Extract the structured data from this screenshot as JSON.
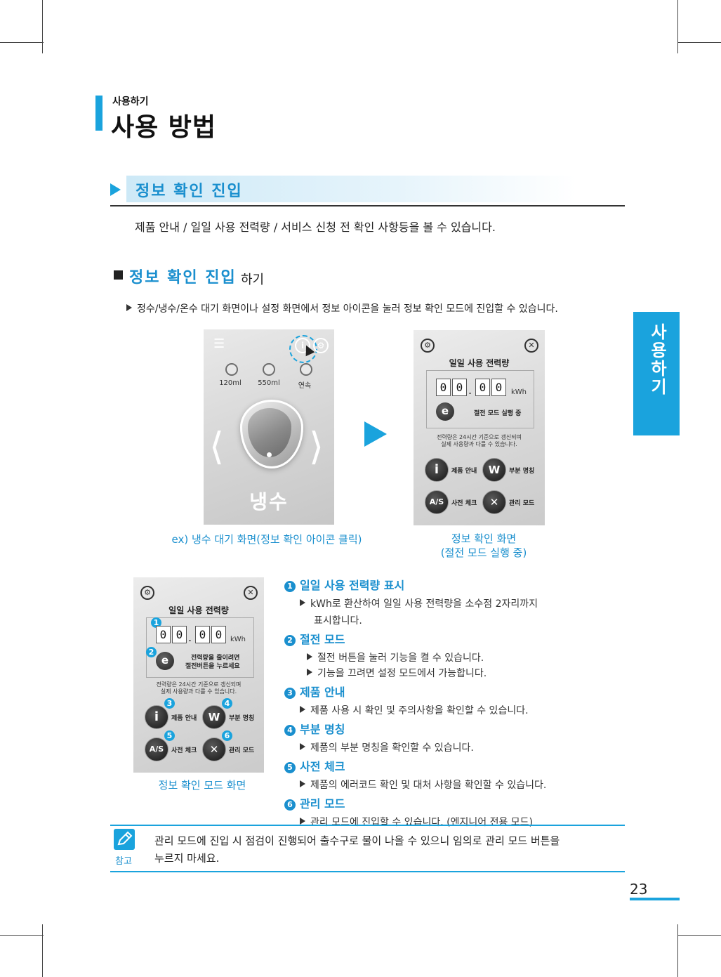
{
  "header": {
    "small": "사용하기",
    "title": "사용 방법"
  },
  "section": {
    "title": "정보 확인 진입",
    "desc": "제품 안내  / 일일 사용 전력량 / 서비스 신청 전 확인 사항등을 볼 수 있습니다."
  },
  "subsection": {
    "title": "정보 확인 진입",
    "suffix": "하기",
    "bullet": "정수/냉수/온수 대기 화면이나 설정 화면에서 정보 아이콘을 눌러 정보 확인 모드에 진입할 수 있습니다."
  },
  "side_tab": "사용하기",
  "screen1": {
    "volumes": [
      "120ml",
      "550ml",
      "연속"
    ],
    "mode_label": "냉수",
    "caption": "ex) 냉수 대기 화면(정보 확인 아이콘 클릭)"
  },
  "panel": {
    "title": "일일 사용 전력량",
    "digits": [
      "0",
      "0",
      "0",
      "0"
    ],
    "unit": "kWh",
    "e_label": "e",
    "note_line1": "전력량은 24시간 기준으로 갱신되며",
    "note_line2": "실제 사용량과 다를 수 있습니다.",
    "buttons": {
      "info": {
        "icon": "i",
        "label": "제품 안내"
      },
      "parts": {
        "icon": "W",
        "label": "부분 명칭"
      },
      "as": {
        "icon": "A/S",
        "label": "사전 체크"
      },
      "manage": {
        "icon": "✕",
        "label": "관리 모드"
      }
    }
  },
  "panel1": {
    "save_text": "절전 모드 실행 중",
    "caption_line1": "정보 확인 화면",
    "caption_line2": "(절전 모드 실행 중)"
  },
  "panel2": {
    "save_line1": "전력량을 줄이려면",
    "save_line2": "절전버튼을 누르세요",
    "badges": [
      "1",
      "2",
      "3",
      "4",
      "5",
      "6"
    ],
    "caption": "정보 확인 모드 화면"
  },
  "items": [
    {
      "num": "1",
      "title": "일일 사용 전력량 표시",
      "desc": [
        "kWh로 환산하여 일일 사용 전력량을 소수점 2자리까지",
        "표시합니다."
      ]
    },
    {
      "num": "2",
      "title": "절전 모드",
      "desc": [
        "절전 버튼을 눌러 기능을 켤 수 있습니다.",
        "기능을 끄려면 설정 모드에서 가능합니다."
      ]
    },
    {
      "num": "3",
      "title": "제품 안내",
      "desc": [
        "제품 사용 시 확인 및 주의사항을 확인할 수 있습니다."
      ]
    },
    {
      "num": "4",
      "title": "부분 명칭",
      "desc": [
        "제품의 부분 명칭을 확인할 수 있습니다."
      ]
    },
    {
      "num": "5",
      "title": "사전 체크",
      "desc": [
        "제품의 에러코드 확인 및 대처 사항을 확인할 수 있습니다."
      ]
    },
    {
      "num": "6",
      "title": "관리 모드",
      "desc": [
        "관리 모드에 진입할 수 있습니다. (엔지니어 전용 모드)"
      ]
    }
  ],
  "note": {
    "label": "참고",
    "line1": "관리 모드에 진입 시 점검이 진행되어 출수구로 물이 나올 수 있으니 임의로 관리 모드 버튼을",
    "line2": "누르지 마세요."
  },
  "page_number": "23",
  "colors": {
    "accent": "#1aa3dd",
    "accent_text": "#1a8fce"
  }
}
